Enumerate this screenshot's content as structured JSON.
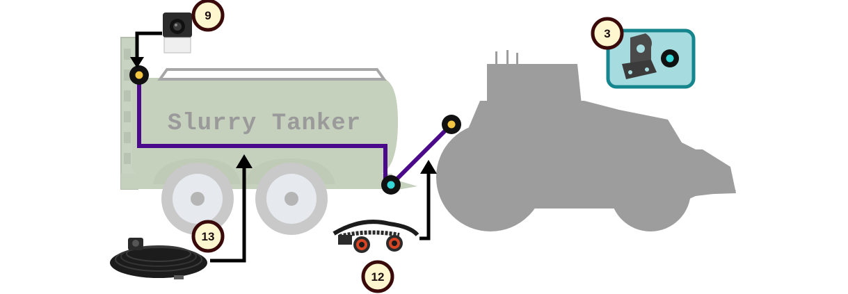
{
  "diagram": {
    "tank_label": "Slurry Tanker",
    "callouts": [
      {
        "id": "camera",
        "number": "9"
      },
      {
        "id": "bracket",
        "number": "3"
      },
      {
        "id": "long-cable",
        "number": "13"
      },
      {
        "id": "coiled-cable",
        "number": "12"
      }
    ],
    "colors": {
      "cable": "#4b0a8c",
      "tank_body": "#c5d0bd",
      "tractor": "#9d9d9d",
      "badge_fill": "#fdf6cf",
      "badge_ring": "#3a0a0a",
      "bracket_panel_fill": "#a6dbe0",
      "bracket_panel_border": "#15858e",
      "connector_yellow": "#f4c542",
      "connector_cyan": "#36d6d6"
    },
    "icons": [
      "camera-icon",
      "bracket-icon",
      "cable-reel-icon",
      "coiled-cable-icon",
      "tractor-silhouette",
      "tanker-silhouette"
    ]
  }
}
